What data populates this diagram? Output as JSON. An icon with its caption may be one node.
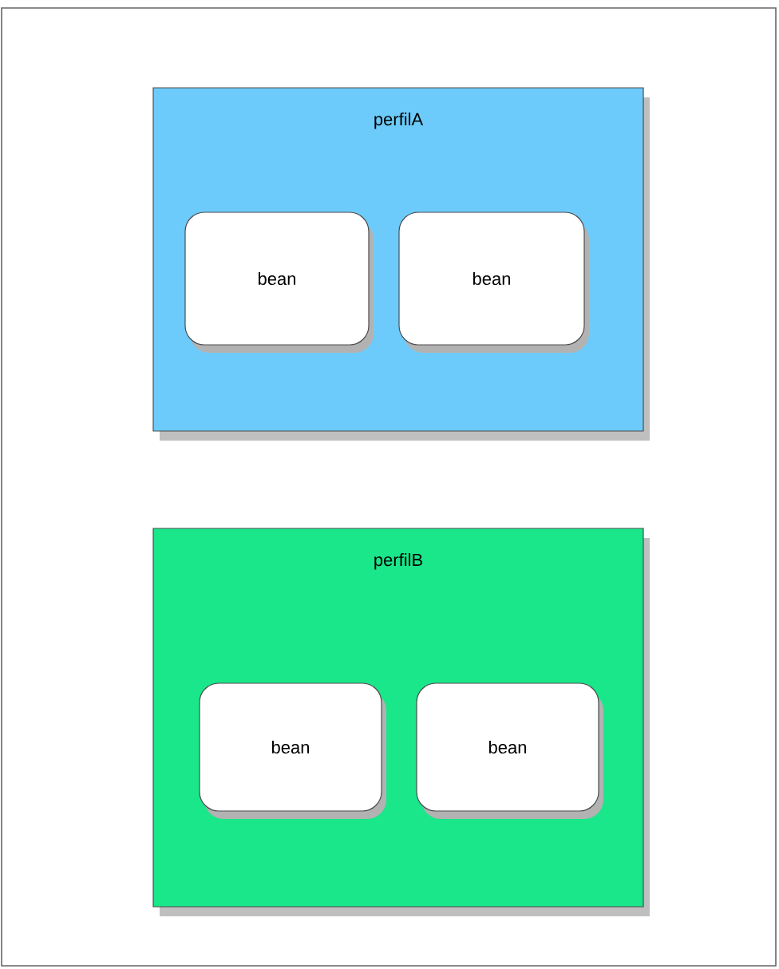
{
  "diagram": {
    "nodes": [
      {
        "text": [],
        "shape": "box"
      },
      {
        "text": [
          "perfilA"
        ],
        "in": 0
      },
      {
        "text": [
          "bean"
        ],
        "in": 1
      },
      {
        "text": [
          "bean"
        ],
        "in": 1
      },
      {
        "text": [
          "perfilB"
        ],
        "in": 0
      },
      {
        "text": [
          "bean"
        ],
        "in": 4
      },
      {
        "text": [
          "bean"
        ],
        "in": 4
      }
    ]
  }
}
